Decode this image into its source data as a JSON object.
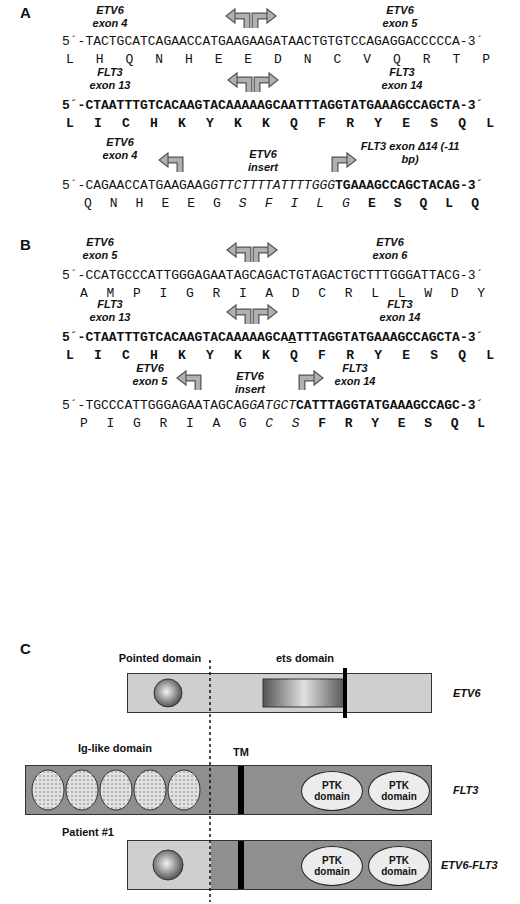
{
  "diagram": {
    "nodes": [
      {
        "text": [
          "ETV6"
        ]
      },
      {
        "text": [
          "FLT3"
        ]
      },
      {
        "text": [
          "PTK domain"
        ],
        "in": 1
      },
      {
        "text": [
          "PTK domain"
        ],
        "in": 1
      },
      {
        "text": [
          "ETV6-FLT3"
        ]
      },
      {
        "text": [
          "PTK domain"
        ],
        "in": 4
      },
      {
        "text": [
          "PTK domain"
        ],
        "in": 4
      }
    ],
    "labels": [
      "A",
      "ETV6 exon 4",
      "ETV6 exon 5",
      "5´-TACTGCATCAGAACCATGAAGAAGATAACTGTGTCCAGAGGACCCCCA-3´",
      "L H Q N H E E D N C V Q R T P",
      "FLT3 exon 13",
      "FLT3 exon 14",
      "5´-CTAATTTGTCACAAGTACAAAAAGCAATTTAGGTATGAAAGCCAGCTA-3´",
      "L I C H K Y K K Q F R Y E S Q L",
      "ETV6 exon 4",
      "ETV6 insert",
      "FLT3 exon Δ14 (-11 bp)",
      "5´-CAGAACCATGAAGAAG",
      "GTTCTTTTATTTTGGG",
      "TGAAAGCCAGCTACAG-3´",
      "Q N H E E G",
      "S F I L G",
      "E S Q L Q",
      "B",
      "ETV6 exon 5",
      "ETV6 exon 6",
      "5´-CCATGCCCATTGGGAGAATAGCAGACTGTAGACTGCTTTGGGATTACG-3´",
      "A M P I G R I A D C R L L W D Y",
      "FLT3 exon 13",
      "FLT3 exon 14",
      "5´-CTAATTTGTCACAAGTACAAAAAGCA",
      "A",
      "TTTAGGTATGAAAGCCAGCTA-3´",
      "L I C H K Y K K Q F R Y E S Q L",
      "ETV6 exon 5",
      "ETV6 insert",
      "FLT3 exon 14",
      "5´-TGCCCATTGGGAGAATAGCAG",
      "GATGCT",
      "CATTTAGGTATGAAAGCCAGC-3´",
      "P I G R I A G",
      "C S",
      "F R Y E S Q L",
      "C",
      "Pointed domain",
      "ets domain",
      "Ig-like domain",
      "TM",
      "Patient #1"
    ]
  }
}
